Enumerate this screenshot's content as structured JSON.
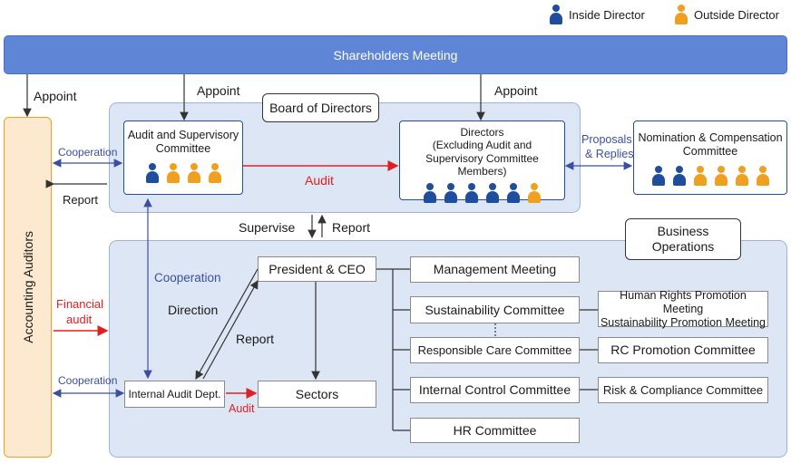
{
  "legend": {
    "inside": "Inside Director",
    "outside": "Outside Director"
  },
  "shareholders": "Shareholders Meeting",
  "board": "Board of Directors",
  "business": {
    "line1": "Business",
    "line2": "Operations"
  },
  "auditors": "Accounting Auditors",
  "asc": {
    "line1": "Audit and Supervisory",
    "line2": "Committee"
  },
  "directors": {
    "line1": "Directors",
    "line2": "(Excluding Audit and",
    "line3": "Supervisory Committee Members)"
  },
  "nomination": {
    "line1": "Nomination & Compensation",
    "line2": "Committee"
  },
  "president": "President & CEO",
  "internal_audit": "Internal Audit Dept.",
  "sectors": "Sectors",
  "committees": [
    "Management Meeting",
    "Sustainability Committee",
    "Responsible Care Committee",
    "Internal Control Committee",
    "HR Committee"
  ],
  "sub_committees": {
    "sustainability_1": "Human Rights Promotion Meeting",
    "sustainability_2": "Sustainability Promotion Meeting",
    "rc": "RC Promotion Committee",
    "risk": "Risk & Compliance Committee"
  },
  "labels": {
    "appoint": "Appoint",
    "cooperation": "Cooperation",
    "report": "Report",
    "audit": "Audit",
    "proposals_1": "Proposals",
    "proposals_2": "& Replies",
    "supervise": "Supervise",
    "direction": "Direction",
    "financial_1": "Financial",
    "financial_2": "audit"
  },
  "members": {
    "asc": [
      "inside",
      "outside",
      "outside",
      "outside"
    ],
    "directors": [
      "inside",
      "inside",
      "inside",
      "inside",
      "inside",
      "outside"
    ],
    "nomination": [
      "inside",
      "inside",
      "outside",
      "outside",
      "outside",
      "outside"
    ]
  },
  "colors": {
    "inside": "#1f4e9c",
    "outside": "#f0a020",
    "audit_arrow": "#e02020",
    "cooperation": "#3b4fa0"
  }
}
